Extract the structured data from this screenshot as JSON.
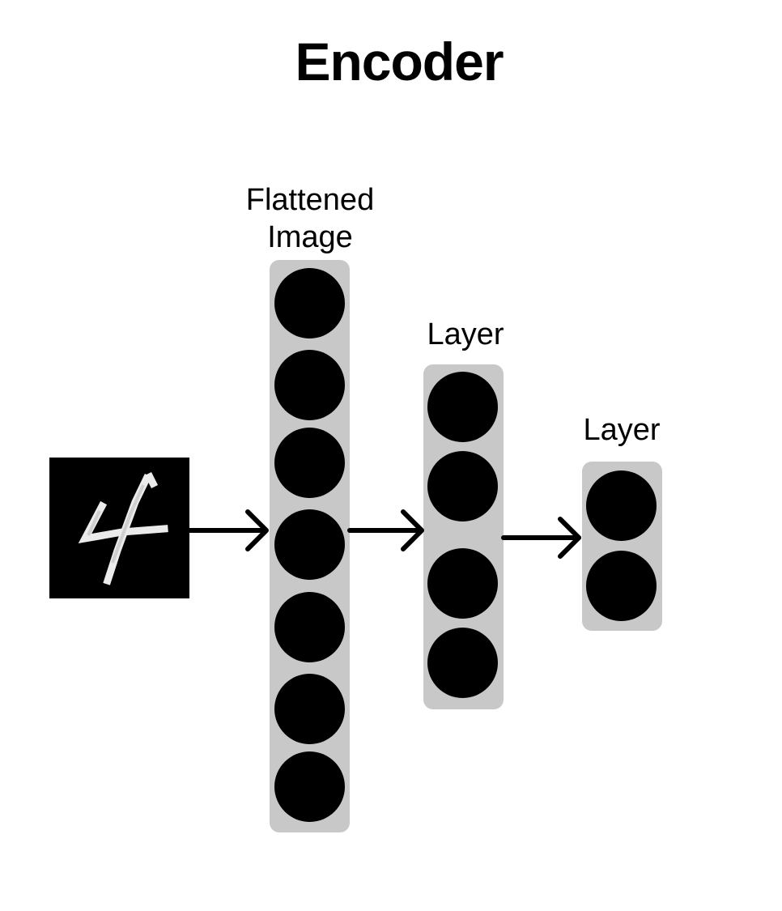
{
  "title": "Encoder",
  "input": {
    "digit": "4",
    "icon": "handwritten-digit-image"
  },
  "layers": [
    {
      "label_lines": [
        "Flattened",
        "Image"
      ],
      "nodes": 7
    },
    {
      "label_lines": [
        "Layer"
      ],
      "nodes": 4
    },
    {
      "label_lines": [
        "Layer"
      ],
      "nodes": 2
    }
  ],
  "colors": {
    "node": "#000000",
    "column": "#c8c8c8",
    "arrow": "#000000",
    "background": "#ffffff"
  }
}
